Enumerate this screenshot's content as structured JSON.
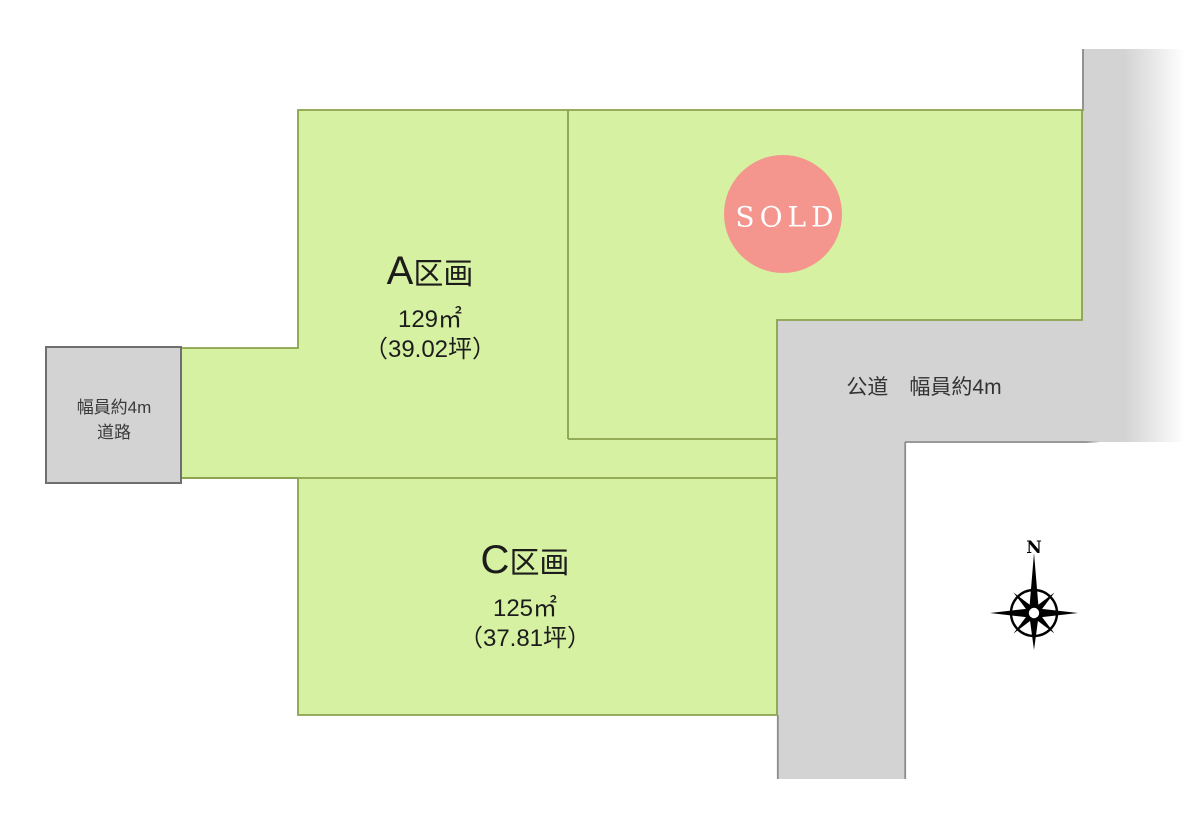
{
  "lots": [
    {
      "letter": "A",
      "suffix": "区画",
      "area": "129㎡",
      "tsubo": "（39.02坪）"
    },
    {
      "letter": "C",
      "suffix": "区画",
      "area": "125㎡",
      "tsubo": "（37.81坪）"
    }
  ],
  "sold_badge": {
    "label": "SOLD"
  },
  "roads": {
    "west": {
      "line1": "幅員約4m",
      "line2": "道路"
    },
    "east": {
      "label": "公道　幅員約4m"
    }
  },
  "compass": {
    "north_label": "N"
  },
  "colors": {
    "green_fill": "#d6f1a1",
    "green_border": "#8ba24e",
    "road_fill": "#d3d3d3",
    "road_border": "#8c8c8c",
    "west_box_border": "#6f6f6f",
    "sold_fill": "#f4968d",
    "sold_text": "#ffffff",
    "label_text": "#222222",
    "compass_color": "#000000"
  }
}
